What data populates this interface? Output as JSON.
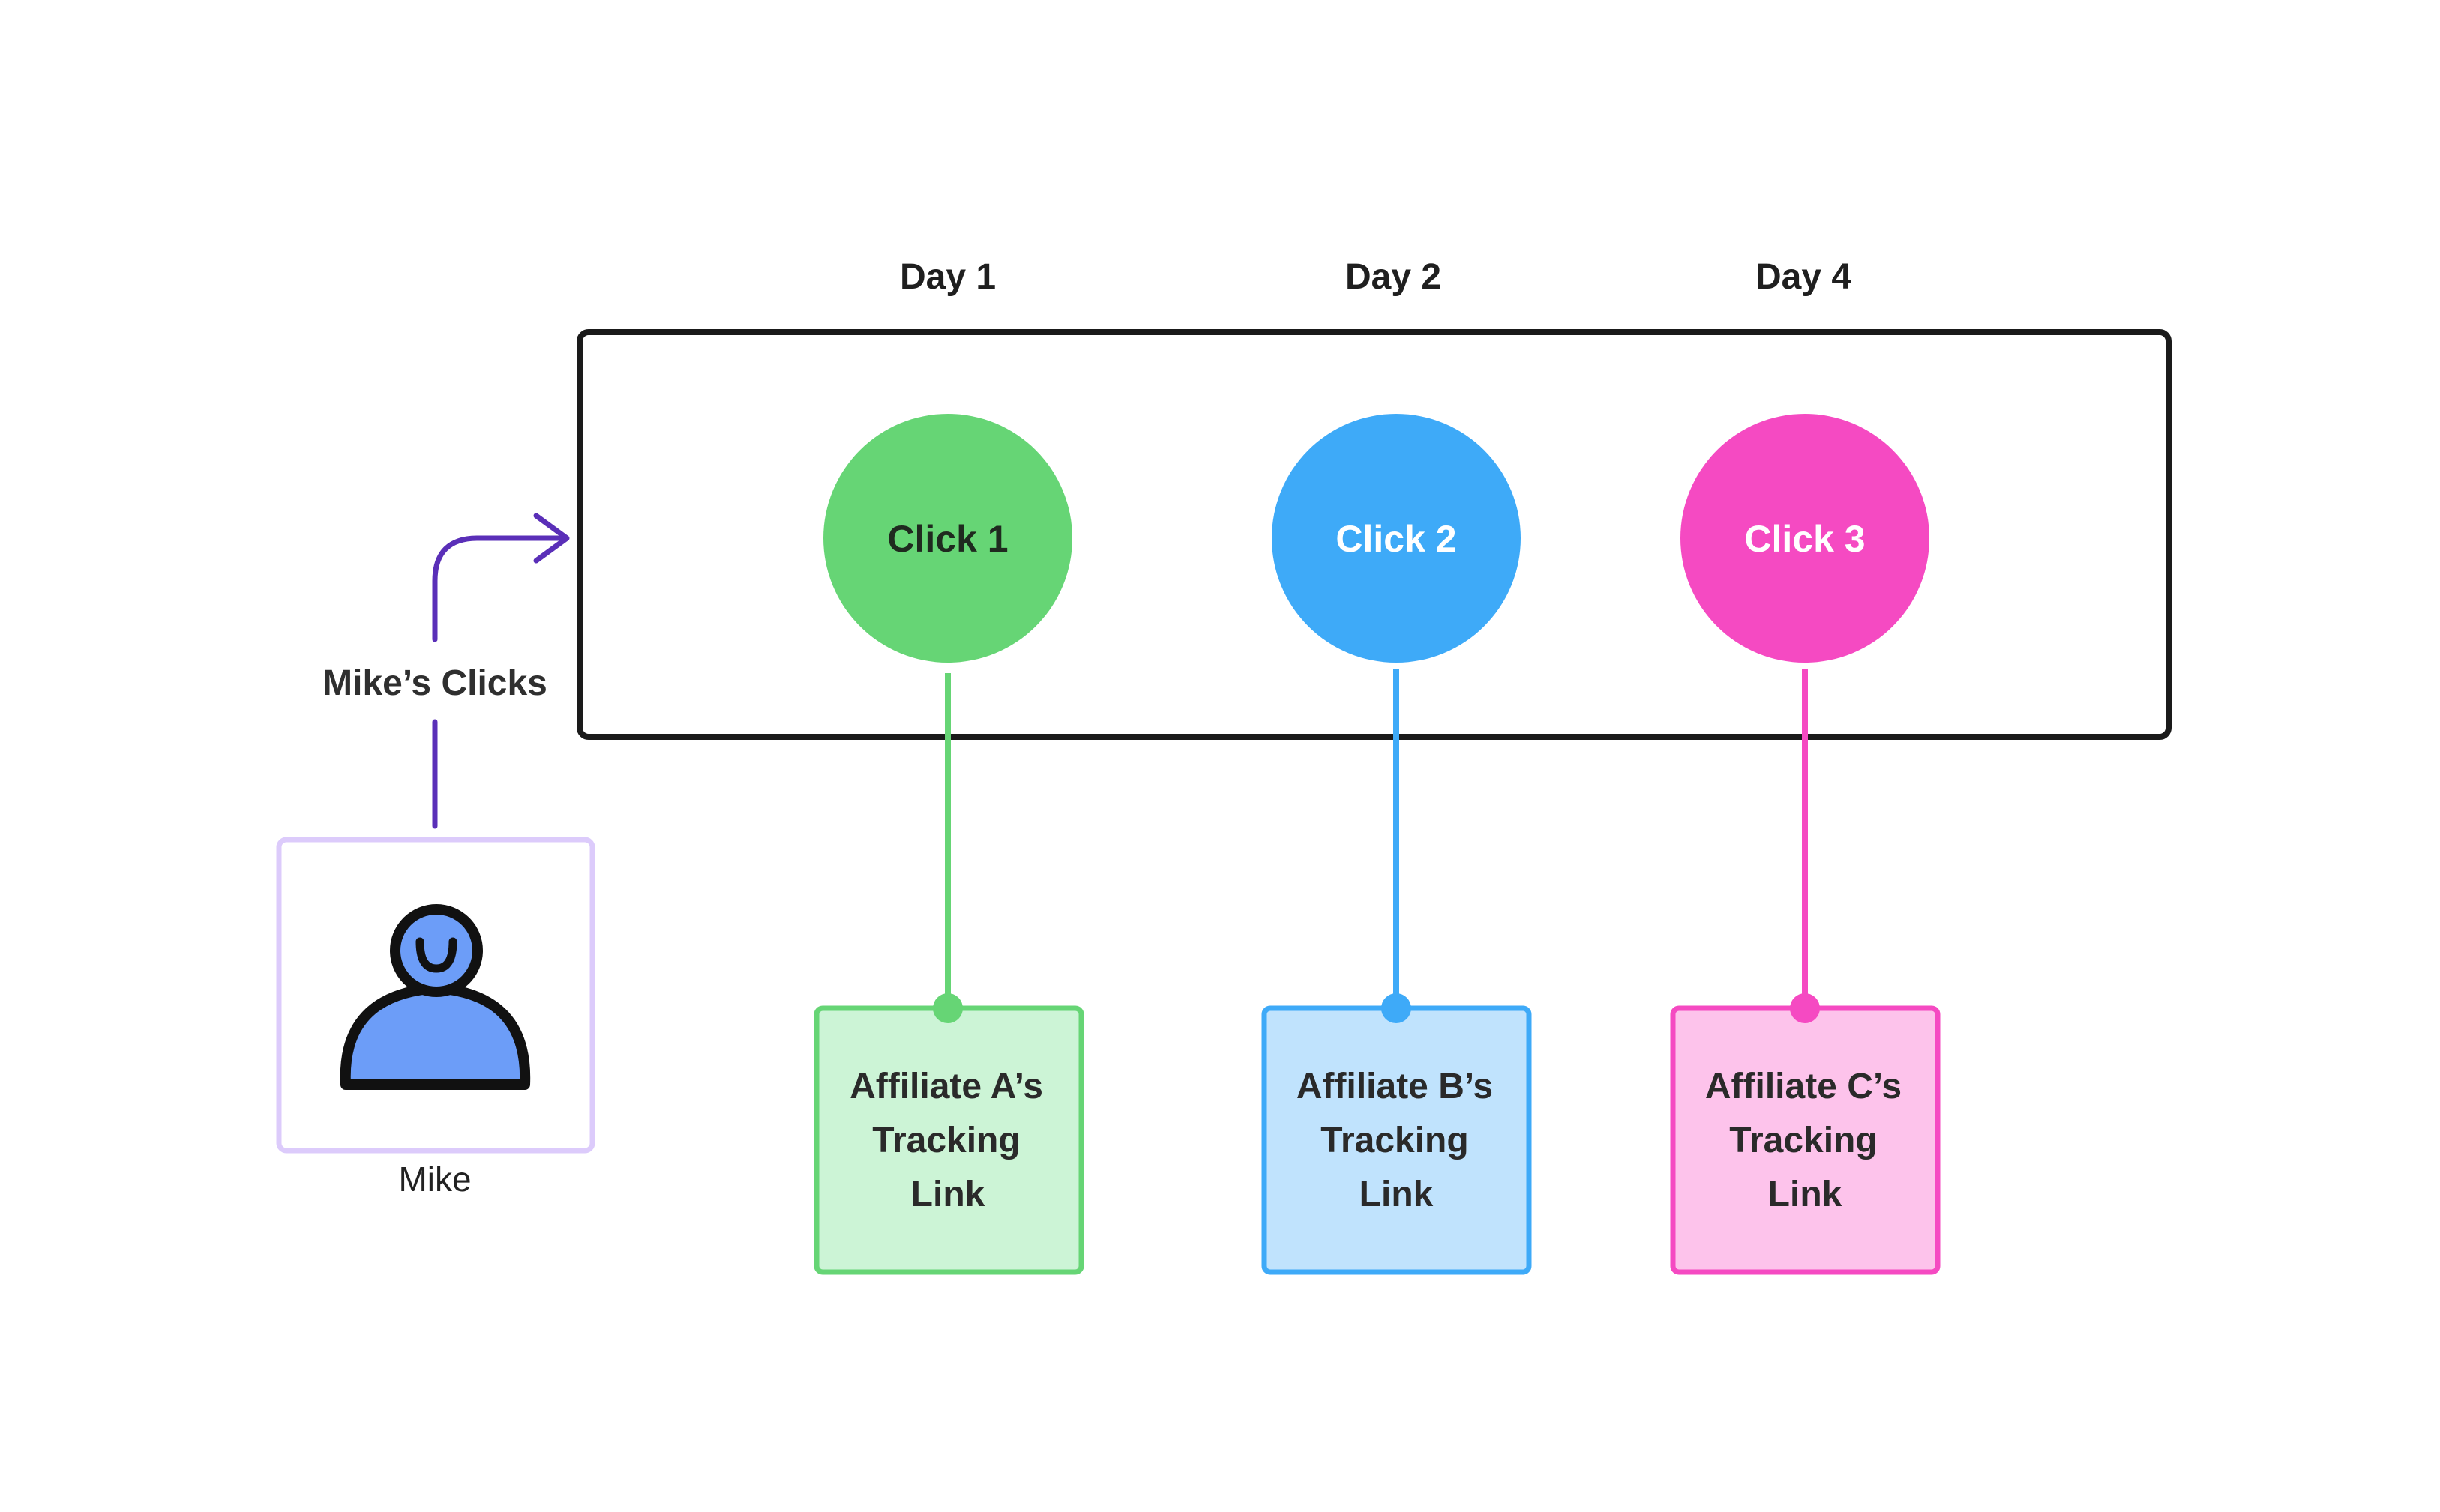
{
  "days": {
    "day1": "Day 1",
    "day2": "Day 2",
    "day3": "Day 4"
  },
  "clicks": {
    "c1": {
      "label": "Click 1",
      "color": "#66d575",
      "text_color": "#1f2a1f"
    },
    "c2": {
      "label": "Click 2",
      "color": "#3eaaf8",
      "text_color": "#ffffff"
    },
    "c3": {
      "label": "Click 3",
      "color": "#f54ac2",
      "text_color": "#ffffff"
    }
  },
  "links": {
    "a": {
      "line1": "Affiliate A’s",
      "line2": "Tracking",
      "line3": "Link",
      "fill": "#ccf4d6",
      "stroke": "#66d575"
    },
    "b": {
      "line1": "Affiliate B’s",
      "line2": "Tracking",
      "line3": "Link",
      "fill": "#c0e3fd",
      "stroke": "#3eaaf8"
    },
    "c": {
      "line1": "Affiliate C’s",
      "line2": "Tracking",
      "line3": "Link",
      "fill": "#fdc3eb",
      "stroke": "#f54ac2"
    }
  },
  "edge_label": "Mike’s Clicks",
  "person": {
    "name": "Mike",
    "icon": "person-icon"
  },
  "colors": {
    "arrow": "#5a2fb8",
    "frame": "#1a1a1a",
    "person_box": "#dccbfb",
    "person_fill": "#6c9df8"
  }
}
